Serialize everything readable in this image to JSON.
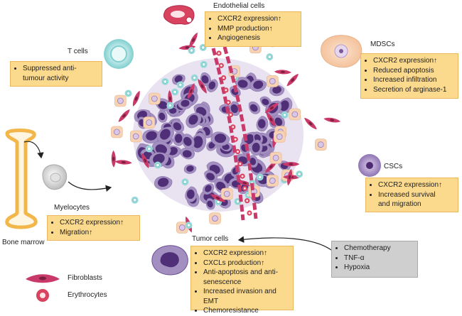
{
  "labels": {
    "endothelial": "Endothelial cells",
    "tcells": "T cells",
    "mdscs": "MDSCs",
    "cscs": "CSCs",
    "myelocytes": "Myelocytes",
    "bone_marrow": "Bone marrow",
    "tumor": "Tumor cells",
    "fibroblasts": "Fibroblasts",
    "erythrocytes": "Erythrocytes"
  },
  "boxes": {
    "endothelial": [
      "CXCR2 expression↑",
      "MMP production↑",
      "Angiogenesis"
    ],
    "tcells": [
      "Suppressed anti-",
      "tumour activity"
    ],
    "mdscs": [
      "CXCR2 expression↑",
      "Reduced apoptosis",
      "Increased infiltration",
      "Secretion of arginase-1"
    ],
    "cscs": [
      "CXCR2 expression↑",
      "Increased survival",
      "and migration"
    ],
    "myelocytes": [
      "CXCR2 expression↑",
      "Migration↑"
    ],
    "tumor": [
      "CXCR2 expression↑",
      "CXCLs production↑",
      "Anti-apoptosis and anti-",
      "senescence",
      "Increased invasion and EMT",
      "Chemoresistance"
    ],
    "stimuli": [
      "Chemotherapy",
      "TNF-α",
      "Hypoxia"
    ]
  },
  "colors": {
    "box_fill": "#fbd98d",
    "box_border": "#e9b85c",
    "grey_fill": "#cfcfcf",
    "tumor_cell": "#6b4f92",
    "fibroblast": "#c93a6a",
    "erythrocyte": "#d8435f",
    "tcell": "#9ad9d9",
    "mdsc": "#f7d3b5",
    "bone": "#f2b64a"
  }
}
